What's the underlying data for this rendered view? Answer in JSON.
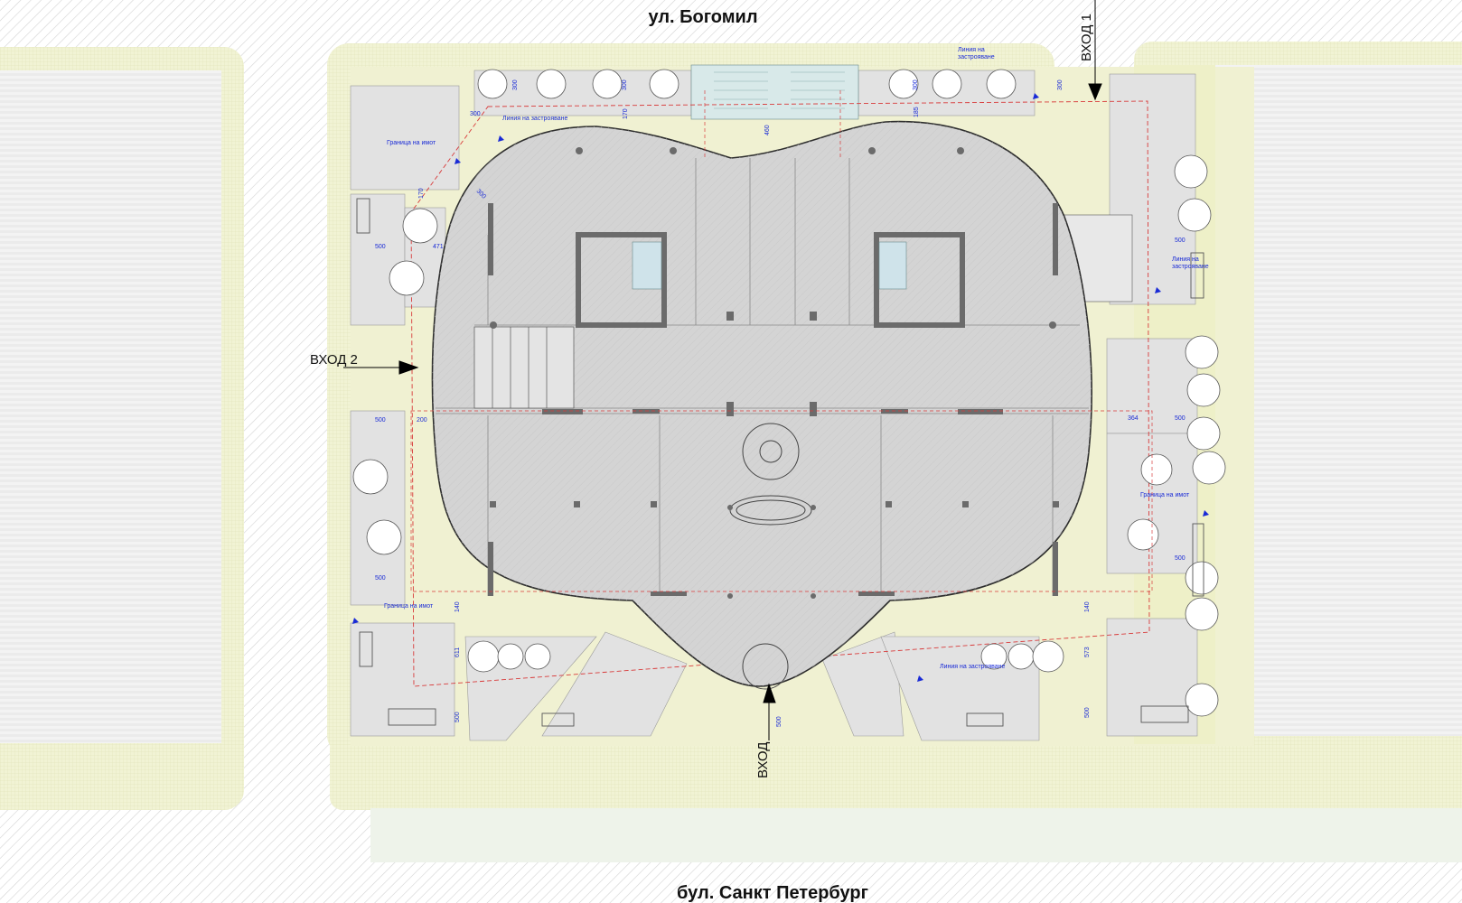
{
  "streets": {
    "north": "ул. Богомил",
    "south": "бул. Санкт Петербург"
  },
  "entrances": {
    "entry1": "ВХОД 1",
    "entry2": "ВХОД 2",
    "main": "ВХОД"
  },
  "annotations": {
    "building_line": "Линия на застрояване",
    "building_line_top_1": "Линия на",
    "building_line_top_2": "застрояване",
    "building_line_right_1": "Линия на",
    "building_line_right_2": "застрояване",
    "property_boundary": "Граница на имот"
  },
  "dimensions": [
    "300",
    "300",
    "300",
    "300",
    "300",
    "170",
    "460",
    "185",
    "300",
    "300",
    "471",
    "500",
    "500",
    "500",
    "500",
    "500",
    "500",
    "500",
    "200",
    "364",
    "140",
    "140",
    "611",
    "573",
    "500",
    "500",
    "500",
    "500"
  ],
  "colors": {
    "road_hatch": "#b9b9b9",
    "sidewalk": "#f4f6dc",
    "paving": "#eef0c8",
    "building_fill": "#d6d6d6",
    "wall": "#6b6b6b",
    "dimension_text": "#1a2bd6",
    "property_line": "#d83a3a"
  }
}
